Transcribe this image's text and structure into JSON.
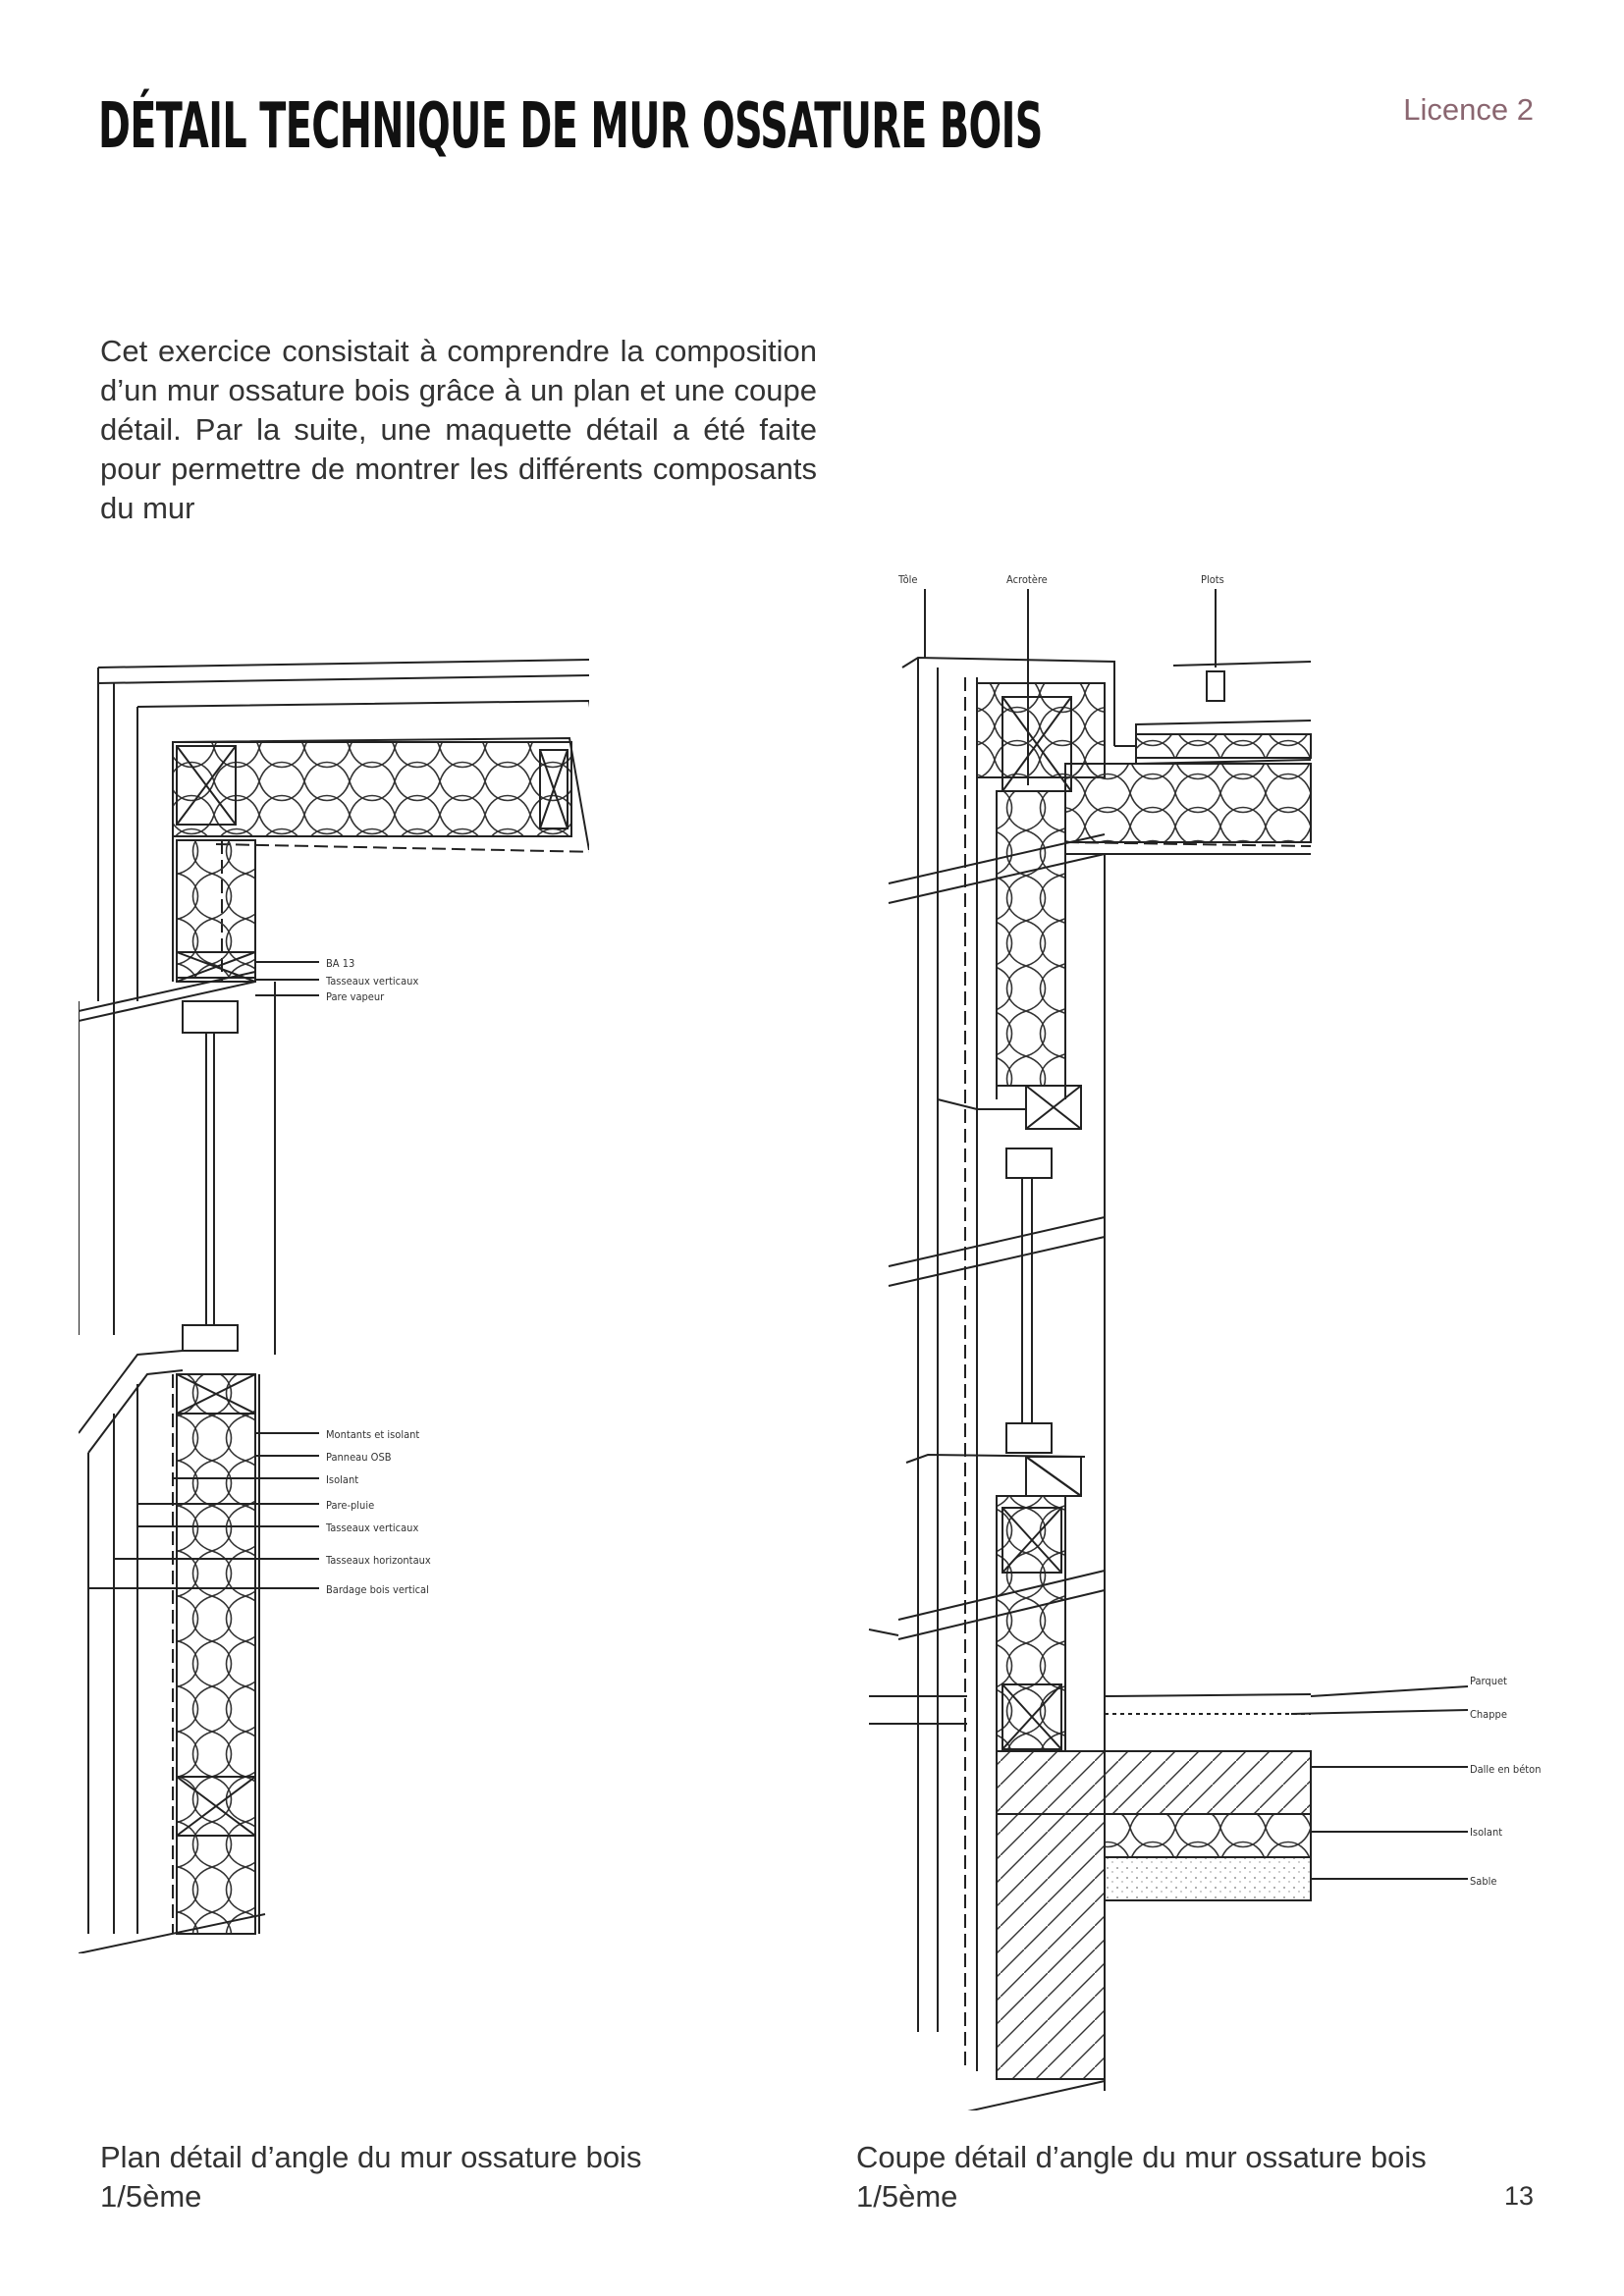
{
  "header": {
    "title": "DÉTAIL TECHNIQUE DE MUR OSSATURE BOIS",
    "level": "Licence 2"
  },
  "intro": "Cet exercice consistait à comprendre la composition d’un mur ossature bois grâce à un plan et une coupe détail. Par la suite, une maquette détail a été faite pour permettre de montrer les différents composants du mur",
  "plan_drawing": {
    "labels": [
      "BA 13",
      "Tasseaux verticaux",
      "Pare vapeur",
      "Montants et isolant",
      "Panneau OSB",
      "Isolant",
      "Pare-pluie",
      "Tasseaux verticaux",
      "Tasseaux horizontaux",
      "Bardage bois vertical"
    ]
  },
  "coupe_drawing": {
    "top_labels": [
      "Tôle",
      "Acrotère",
      "Plots"
    ],
    "right_labels": [
      "Parquet",
      "Chappe",
      "Dalle en béton",
      "Isolant",
      "Sable"
    ]
  },
  "captions": {
    "plan": {
      "line1": "Plan détail d’angle du mur ossature bois",
      "line2": "1/5ème"
    },
    "coupe": {
      "line1": "Coupe détail d’angle du mur ossature bois",
      "line2": "1/5ème"
    }
  },
  "page_number": "13"
}
